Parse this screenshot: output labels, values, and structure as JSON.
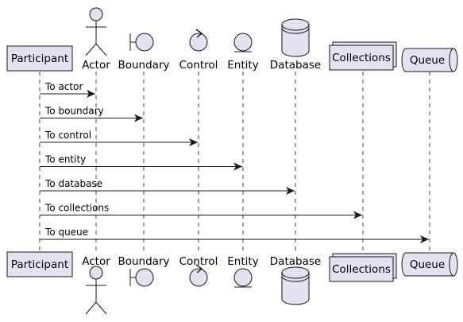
{
  "colors": {
    "fill": "#E2E2F0",
    "stroke": "#181818",
    "lifeline": "#181818",
    "arrow": "#181818"
  },
  "participants": [
    {
      "id": "participant",
      "label": "Participant",
      "kind": "participant",
      "icon": "rect-box"
    },
    {
      "id": "actor",
      "label": "Actor",
      "kind": "actor",
      "icon": "stick-figure-icon"
    },
    {
      "id": "boundary",
      "label": "Boundary",
      "kind": "boundary",
      "icon": "boundary-icon"
    },
    {
      "id": "control",
      "label": "Control",
      "kind": "control",
      "icon": "control-icon"
    },
    {
      "id": "entity",
      "label": "Entity",
      "kind": "entity",
      "icon": "entity-icon"
    },
    {
      "id": "database",
      "label": "Database",
      "kind": "database",
      "icon": "database-cylinder-icon"
    },
    {
      "id": "collections",
      "label": "Collections",
      "kind": "collections",
      "icon": "stacked-boxes-icon"
    },
    {
      "id": "queue",
      "label": "Queue",
      "kind": "queue",
      "icon": "queue-cylinder-icon"
    }
  ],
  "messages": [
    {
      "from": "participant",
      "to": "actor",
      "label": "To actor"
    },
    {
      "from": "participant",
      "to": "boundary",
      "label": "To boundary"
    },
    {
      "from": "participant",
      "to": "control",
      "label": "To control"
    },
    {
      "from": "participant",
      "to": "entity",
      "label": "To entity"
    },
    {
      "from": "participant",
      "to": "database",
      "label": "To database"
    },
    {
      "from": "participant",
      "to": "collections",
      "label": "To collections"
    },
    {
      "from": "participant",
      "to": "queue",
      "label": "To queue"
    }
  ]
}
